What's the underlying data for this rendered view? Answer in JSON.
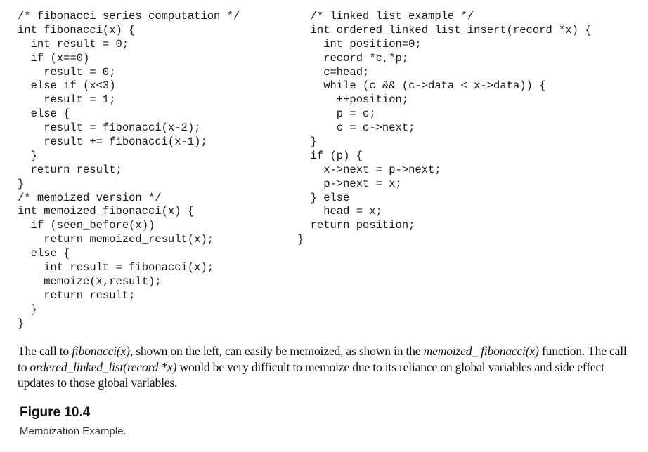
{
  "code_left": {
    "lines": [
      "/* fibonacci series computation */",
      "int fibonacci(x) {",
      "  int result = 0;",
      "  if (x==0)",
      "    result = 0;",
      "  else if (x<3)",
      "    result = 1;",
      "  else {",
      "    result = fibonacci(x-2);",
      "    result += fibonacci(x-1);",
      "  }",
      "  return result;",
      "}",
      "/* memoized version */",
      "int memoized_fibonacci(x) {",
      "  if (seen_before(x))",
      "    return memoized_result(x);",
      "  else {",
      "    int result = fibonacci(x);",
      "    memoize(x,result);",
      "    return result;",
      "  }",
      "}"
    ]
  },
  "code_right": {
    "lines": [
      "  /* linked list example */",
      "  int ordered_linked_list_insert(record *x) {",
      "    int position=0;",
      "    record *c,*p;",
      "    c=head;",
      "    while (c && (c->data < x->data)) {",
      "      ++position;",
      "      p = c;",
      "      c = c->next;",
      "  }",
      "  if (p) {",
      "    x->next = p->next;",
      "    p->next = x;",
      "  } else",
      "    head = x;",
      "  return position;",
      "}"
    ]
  },
  "paragraph": {
    "t1": "The call to ",
    "i1": "fibonacci(x)",
    "t2": ", shown on the left, can easily be memoized, as shown in the ",
    "i2": "memoized_ fibonacci(x)",
    "t3": " function. The call to ",
    "i3": "ordered_linked_list(record *x)",
    "t4": " would be very difficult to memoize due to its reliance on global variables and side effect updates to those global variables."
  },
  "figure": {
    "title": "Figure 10.4",
    "caption": "Memoization Example."
  }
}
